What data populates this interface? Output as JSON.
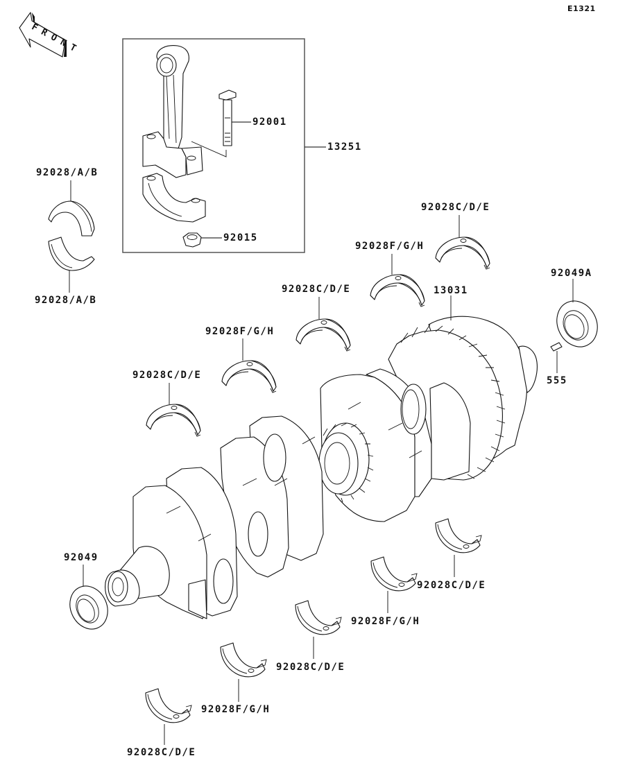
{
  "diagram": {
    "code": "E1321",
    "direction_indicator": "FRONT",
    "assembly_box_label": "13251"
  },
  "callouts": [
    {
      "id": "conrod-bolt",
      "part_number": "92001"
    },
    {
      "id": "conrod-assembly",
      "part_number": "13251"
    },
    {
      "id": "conrod-nut",
      "part_number": "92015"
    },
    {
      "id": "conrod-bearing-upper",
      "part_number": "92028/A/B"
    },
    {
      "id": "conrod-bearing-lower",
      "part_number": "92028/A/B"
    },
    {
      "id": "main-bearing-upper-1",
      "part_number": "92028C/D/E"
    },
    {
      "id": "main-bearing-upper-2",
      "part_number": "92028F/G/H"
    },
    {
      "id": "main-bearing-upper-3",
      "part_number": "92028C/D/E"
    },
    {
      "id": "main-bearing-upper-4",
      "part_number": "92028F/G/H"
    },
    {
      "id": "main-bearing-upper-5",
      "part_number": "92028C/D/E"
    },
    {
      "id": "crankshaft",
      "part_number": "13031"
    },
    {
      "id": "oil-seal-right",
      "part_number": "92049A"
    },
    {
      "id": "pin",
      "part_number": "555"
    },
    {
      "id": "oil-seal-left",
      "part_number": "92049"
    },
    {
      "id": "main-bearing-lower-1",
      "part_number": "92028C/D/E"
    },
    {
      "id": "main-bearing-lower-2",
      "part_number": "92028F/G/H"
    },
    {
      "id": "main-bearing-lower-3",
      "part_number": "92028C/D/E"
    },
    {
      "id": "main-bearing-lower-4",
      "part_number": "92028F/G/H"
    },
    {
      "id": "main-bearing-lower-5",
      "part_number": "92028C/D/E"
    }
  ]
}
